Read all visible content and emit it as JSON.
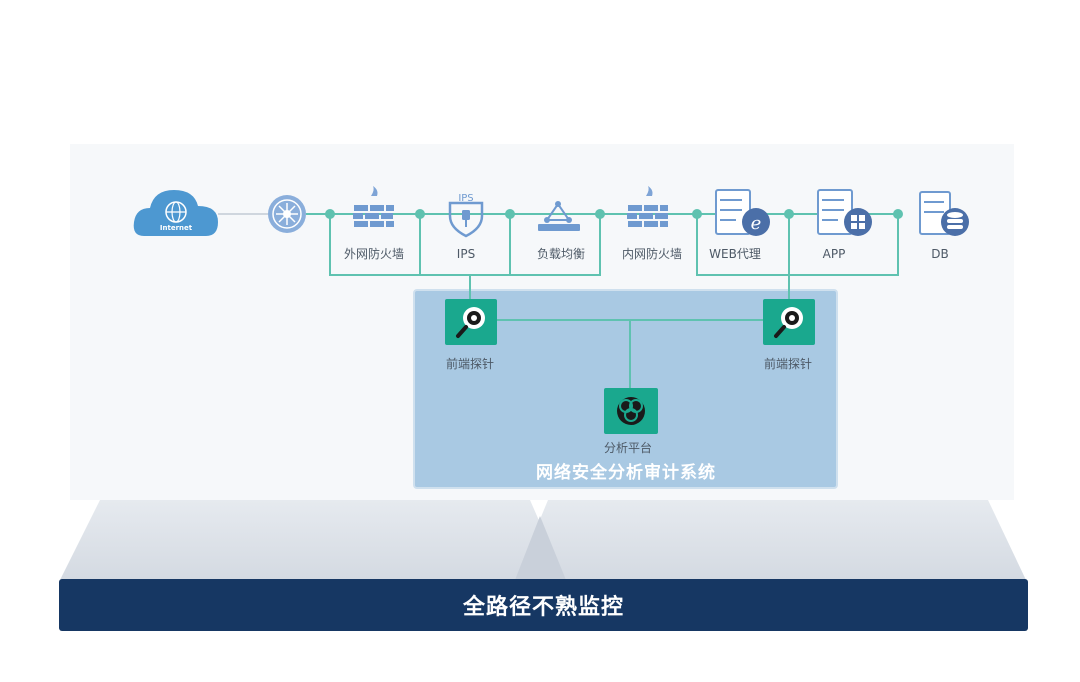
{
  "diagram": {
    "nodes": [
      {
        "id": "internet",
        "label": "Internet",
        "icon": "cloud-globe-icon"
      },
      {
        "id": "router",
        "label": "",
        "icon": "router-icon"
      },
      {
        "id": "outer_fw",
        "label": "外网防火墙",
        "icon": "firewall-icon"
      },
      {
        "id": "ips",
        "label": "IPS",
        "icon": "ips-shield-icon",
        "icon_text": "IPS"
      },
      {
        "id": "lb",
        "label": "负载均衡",
        "icon": "load-balancer-icon"
      },
      {
        "id": "inner_fw",
        "label": "内网防火墙",
        "icon": "firewall-icon"
      },
      {
        "id": "web_proxy",
        "label": "WEB代理",
        "icon": "web-proxy-server-icon"
      },
      {
        "id": "app",
        "label": "APP",
        "icon": "app-server-icon"
      },
      {
        "id": "db",
        "label": "DB",
        "icon": "database-server-icon"
      }
    ],
    "probe_left": {
      "label": "前端探针",
      "icon": "probe-magnifier-icon"
    },
    "probe_right": {
      "label": "前端探针",
      "icon": "probe-magnifier-icon"
    },
    "analysis": {
      "label": "分析平台",
      "icon": "analysis-platform-icon"
    },
    "system_title": "网络安全分析审计系统"
  },
  "banner": {
    "text": "全路径不熟监控"
  },
  "colors": {
    "connector": "#5fc2b0",
    "node_icon": "#6f9ad0",
    "probe_box": "#1aa88e",
    "system_panel": "#a9c9e3",
    "banner_bg": "#163763"
  }
}
